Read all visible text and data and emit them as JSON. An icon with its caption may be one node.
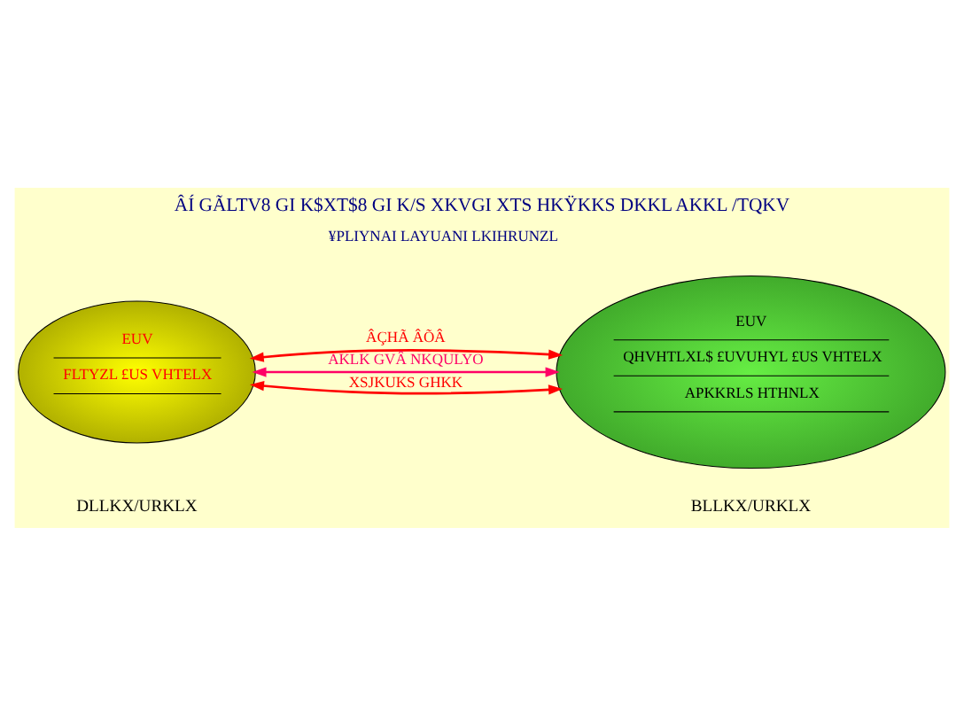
{
  "diagram": {
    "title": "ÂÍ GÃLTV8 GI K$XT$8 GI K/S XKVGI XTS HKŸKKS DKKL AKKL /TQKV",
    "nodes": [
      {
        "text": [
          "EUV",
          "FLTYZL £US VHTELX"
        ],
        "beside": [
          "DLLKX/URKLX"
        ]
      },
      {
        "text": [
          "EUV",
          "QHVHTLXL$ £UVUHYL £US VHTELX",
          "APKKRLS HTHNLX"
        ],
        "beside": [
          "BLLKX/URKLX"
        ]
      }
    ],
    "edges": [
      {
        "from": 0,
        "to": 1,
        "arrow": "both",
        "label": "XSJKUKS GHKK"
      },
      {
        "from": 0,
        "to": 1,
        "arrow": "both",
        "label": "ÂÇHÃ ÂÕÂ"
      },
      {
        "from": 1,
        "to": 0,
        "arrow": "both",
        "label": "AKLK GVÂ NKQULYO",
        "color": "#ff0066"
      }
    ],
    "labels": [
      "¥PLIYNAI LAYUANI LKIHRUNZL"
    ]
  }
}
